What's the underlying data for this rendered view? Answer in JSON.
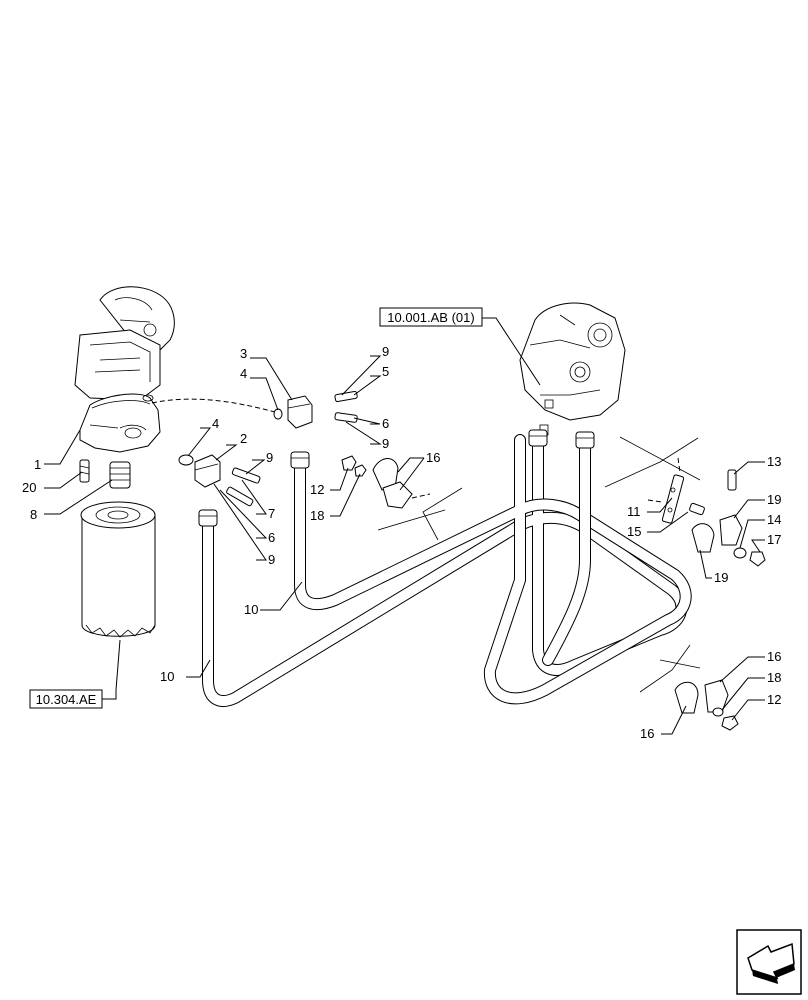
{
  "callouts": [
    {
      "id": "c1",
      "text": "1"
    },
    {
      "id": "c2",
      "text": "2"
    },
    {
      "id": "c3",
      "text": "3"
    },
    {
      "id": "c4a",
      "text": "4"
    },
    {
      "id": "c4b",
      "text": "4"
    },
    {
      "id": "c5",
      "text": "5"
    },
    {
      "id": "c6a",
      "text": "6"
    },
    {
      "id": "c6b",
      "text": "6"
    },
    {
      "id": "c7",
      "text": "7"
    },
    {
      "id": "c8",
      "text": "8"
    },
    {
      "id": "c9a",
      "text": "9"
    },
    {
      "id": "c9b",
      "text": "9"
    },
    {
      "id": "c9c",
      "text": "9"
    },
    {
      "id": "c9d",
      "text": "9"
    },
    {
      "id": "c10a",
      "text": "10"
    },
    {
      "id": "c10b",
      "text": "10"
    },
    {
      "id": "c11",
      "text": "11"
    },
    {
      "id": "c12a",
      "text": "12"
    },
    {
      "id": "c12b",
      "text": "12"
    },
    {
      "id": "c13",
      "text": "13"
    },
    {
      "id": "c14",
      "text": "14"
    },
    {
      "id": "c15",
      "text": "15"
    },
    {
      "id": "c16a",
      "text": "16"
    },
    {
      "id": "c16b",
      "text": "16"
    },
    {
      "id": "c16c",
      "text": "16"
    },
    {
      "id": "c17",
      "text": "17"
    },
    {
      "id": "c18a",
      "text": "18"
    },
    {
      "id": "c18b",
      "text": "18"
    },
    {
      "id": "c19a",
      "text": "19"
    },
    {
      "id": "c19b",
      "text": "19"
    },
    {
      "id": "c20",
      "text": "20"
    }
  ],
  "references": {
    "engine_block": "10.001.AB (01)",
    "oil_filter": "10.304.AE"
  },
  "icons": {
    "corner_nav": "next-page-arrow-icon"
  }
}
